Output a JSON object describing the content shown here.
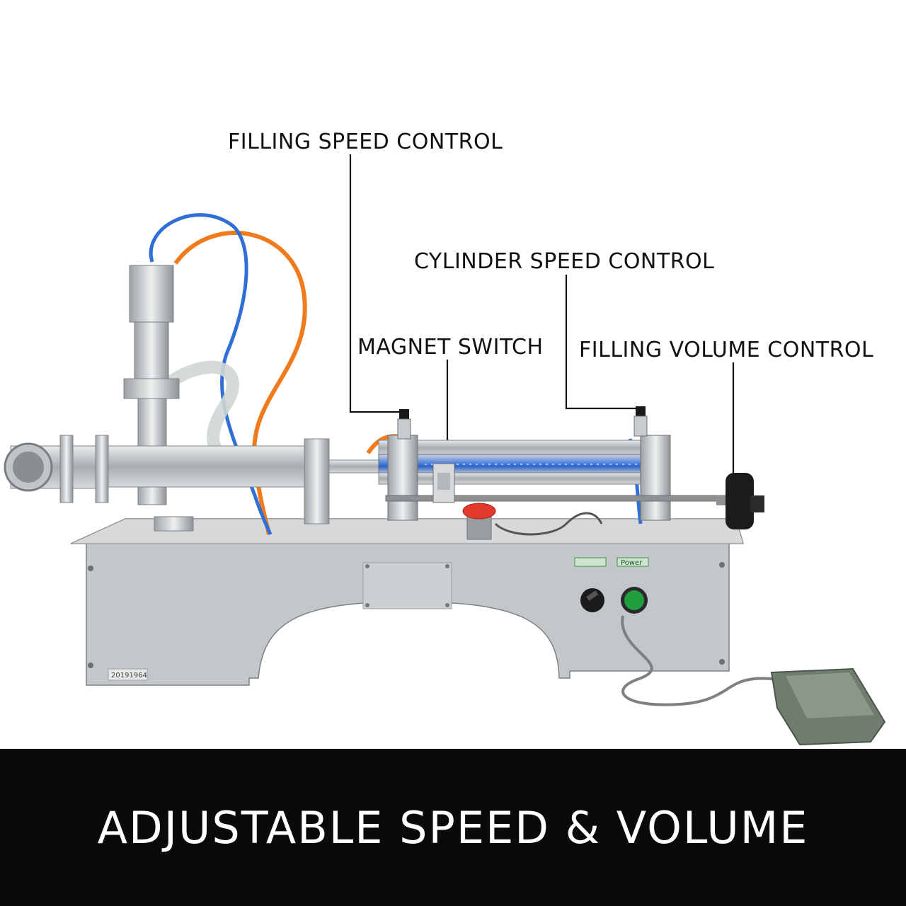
{
  "callouts": {
    "filling_speed_control": "FILLING SPEED CONTROL",
    "cylinder_speed_control": "CYLINDER SPEED CONTROL",
    "magnet_switch": "MAGNET SWITCH",
    "filling_volume_control": "FILLING VOLUME CONTROL"
  },
  "machine": {
    "serial_number": "20191964",
    "power_label": "Power"
  },
  "banner": {
    "caption": "ADJUSTABLE SPEED & VOLUME"
  },
  "colors": {
    "banner_bg": "#0a0a0a",
    "banner_text": "#ffffff",
    "steel": "#b9bcbf",
    "air_tube_blue": "#2f6fd6",
    "air_tube_orange": "#f07a1c",
    "emergency_stop": "#e23a2a",
    "power_button": "#1f9e3c",
    "foot_pedal": "#6f7d6f"
  }
}
